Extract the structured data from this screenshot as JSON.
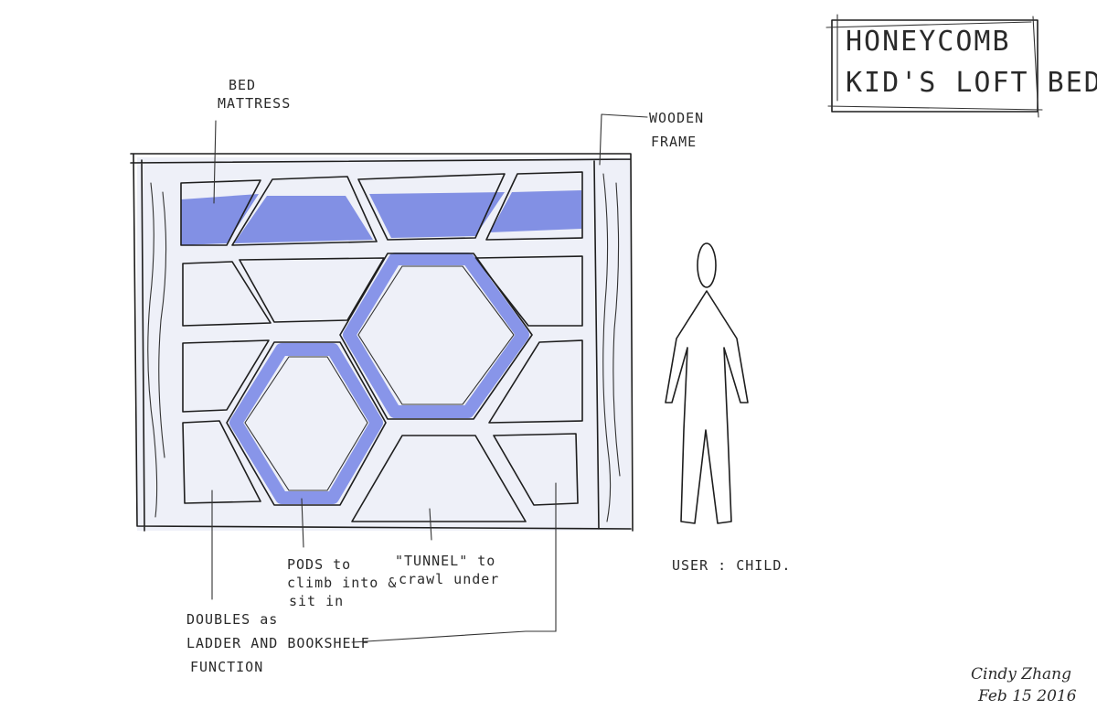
{
  "title": {
    "line1": "HONEYCOMB",
    "line2": "KID'S LOFT BED."
  },
  "labels": {
    "mattress": [
      "BED",
      "MATTRESS"
    ],
    "frame": [
      "WOODEN",
      "FRAME"
    ],
    "user": "USER : CHILD.",
    "pods": [
      "PODS to",
      "climb into &",
      "sit in"
    ],
    "tunnel": [
      "\"TUNNEL\" to",
      "crawl under"
    ],
    "ladder": [
      "DOUBLES as",
      "LADDER AND BOOKSHELF",
      "FUNCTION"
    ]
  },
  "signature": {
    "name": "Cindy Zhang",
    "date": "Feb 15 2016"
  },
  "colors": {
    "ink": "#1e1e1e",
    "marker_blue": "#6f7fe0",
    "frame_tint": "#eef0f8",
    "paper": "#ffffff"
  },
  "icons": {
    "figure": "child-figure-icon"
  }
}
